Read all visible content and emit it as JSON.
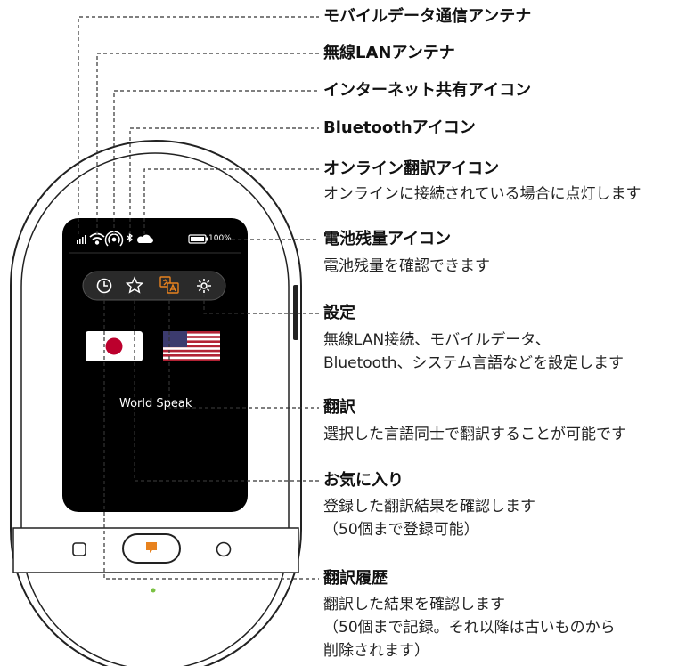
{
  "labels": [
    {
      "id": "mobile-data-antenna",
      "title": "モバイルデータ通信アンテナ",
      "desc": []
    },
    {
      "id": "wifi-antenna",
      "title": "無線LANアンテナ",
      "desc": []
    },
    {
      "id": "hotspot-icon",
      "title": "インターネット共有アイコン",
      "desc": []
    },
    {
      "id": "bluetooth-icon",
      "title": "Bluetoothアイコン",
      "desc": []
    },
    {
      "id": "online-translation-icon",
      "title": "オンライン翻訳アイコン",
      "desc": [
        "オンラインに接続されている場合に点灯します"
      ]
    },
    {
      "id": "battery-icon",
      "title": "電池残量アイコン",
      "desc": [
        "電池残量を確認できます"
      ]
    },
    {
      "id": "settings",
      "title": "設定",
      "desc": [
        "無線LAN接続、モバイルデータ、",
        "Bluetooth、システム言語などを設定します"
      ]
    },
    {
      "id": "translate",
      "title": "翻訳",
      "desc": [
        "選択した言語同士で翻訳することが可能です"
      ]
    },
    {
      "id": "favorites",
      "title": "お気に入り",
      "desc": [
        "登録した翻訳結果を確認します",
        "（50個まで登録可能）"
      ]
    },
    {
      "id": "history",
      "title": "翻訳履歴",
      "desc": [
        "翻訳した結果を確認します",
        "（50個まで記録。それ以降は古いものから",
        "削除されます）"
      ]
    }
  ],
  "screen": {
    "battery_text": "100%",
    "brand_text": "World Speak"
  },
  "colors": {
    "accent_orange": "#e8821e",
    "led_green": "#7ac143",
    "screen_black": "#000000",
    "leader_line": "#333333"
  }
}
